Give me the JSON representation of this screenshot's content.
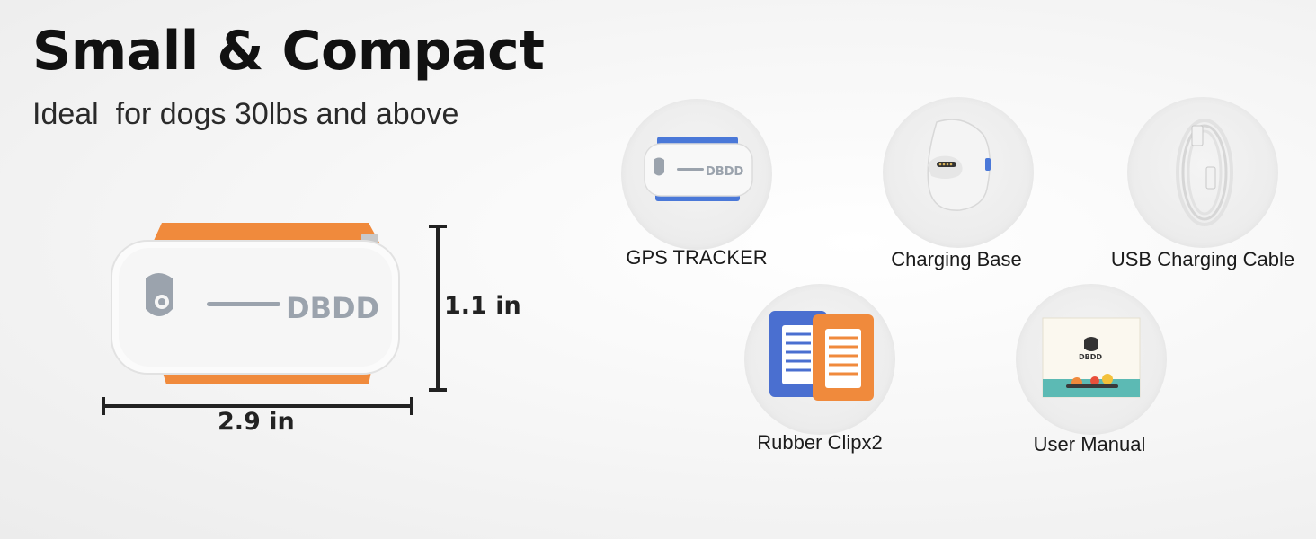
{
  "header": {
    "title": "Small & Compact",
    "subtitle": "Ideal  for dogs 30lbs and above"
  },
  "device": {
    "brand": "DBDD",
    "width_label": "2.9 in",
    "height_label": "1.1 in"
  },
  "package_items": [
    {
      "label": "GPS TRACKER",
      "icon": "gps-tracker-icon"
    },
    {
      "label": "Charging Base",
      "icon": "charging-base-icon"
    },
    {
      "label": "USB Charging Cable",
      "icon": "usb-cable-icon"
    },
    {
      "label": "Rubber Clipx2",
      "icon": "rubber-clip-icon"
    },
    {
      "label": "User Manual",
      "icon": "user-manual-icon"
    }
  ],
  "colors": {
    "orange": "#f08a3c",
    "blue": "#4a78d8",
    "device_gray": "#9ba3ad",
    "teal": "#5cbab4"
  }
}
